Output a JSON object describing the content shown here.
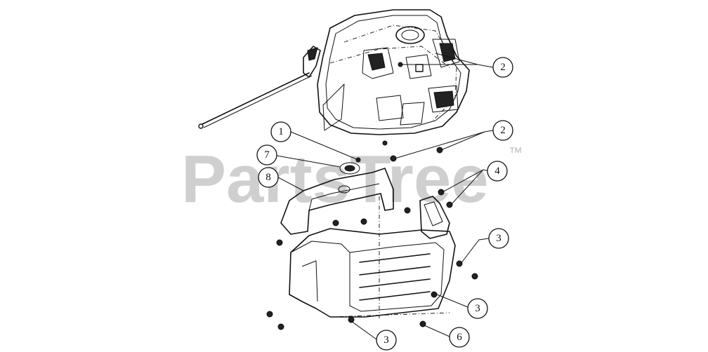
{
  "watermark": {
    "text": "PartsTree",
    "trademark": "™"
  },
  "callouts": [
    {
      "id": "c2a",
      "label": "2"
    },
    {
      "id": "c2b",
      "label": "2"
    },
    {
      "id": "c1",
      "label": "1"
    },
    {
      "id": "c7",
      "label": "7"
    },
    {
      "id": "c8",
      "label": "8"
    },
    {
      "id": "c4",
      "label": "4"
    },
    {
      "id": "c3a",
      "label": "3"
    },
    {
      "id": "c3b",
      "label": "3"
    },
    {
      "id": "c3c",
      "label": "3"
    },
    {
      "id": "c6",
      "label": "6"
    }
  ]
}
